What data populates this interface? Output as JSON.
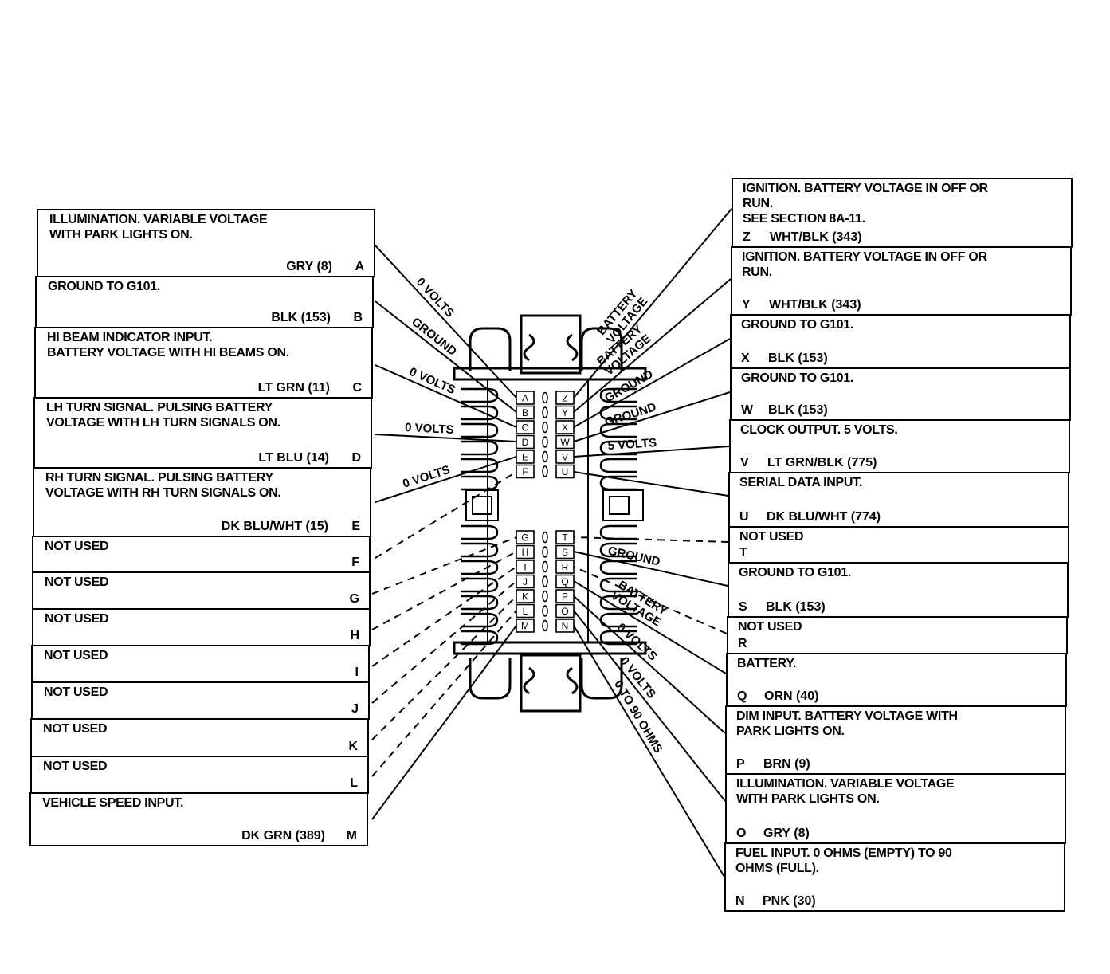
{
  "left_pins": [
    {
      "desc": "ILLUMINATION. VARIABLE VOLTAGE\nWITH PARK LIGHTS ON.",
      "wire": "GRY (8)",
      "pin": "A",
      "signal": "0 VOLTS"
    },
    {
      "desc": "GROUND TO G101.",
      "wire": "BLK (153)",
      "pin": "B",
      "signal": "GROUND"
    },
    {
      "desc": "HI BEAM INDICATOR INPUT.\nBATTERY VOLTAGE WITH HI BEAMS ON.",
      "wire": "LT GRN (11)",
      "pin": "C",
      "signal": "0 VOLTS"
    },
    {
      "desc": "LH TURN SIGNAL. PULSING BATTERY\nVOLTAGE WITH LH TURN SIGNALS ON.",
      "wire": "LT BLU (14)",
      "pin": "D",
      "signal": "0 VOLTS"
    },
    {
      "desc": "RH TURN SIGNAL. PULSING BATTERY\nVOLTAGE WITH RH TURN SIGNALS ON.",
      "wire": "DK BLU/WHT (15)",
      "pin": "E",
      "signal": "0 VOLTS"
    },
    {
      "desc": "NOT USED",
      "wire": "",
      "pin": "F",
      "signal": ""
    },
    {
      "desc": "NOT USED",
      "wire": "",
      "pin": "G",
      "signal": ""
    },
    {
      "desc": "NOT USED",
      "wire": "",
      "pin": "H",
      "signal": ""
    },
    {
      "desc": "NOT USED",
      "wire": "",
      "pin": "I",
      "signal": ""
    },
    {
      "desc": "NOT USED",
      "wire": "",
      "pin": "J",
      "signal": ""
    },
    {
      "desc": "NOT USED",
      "wire": "",
      "pin": "K",
      "signal": ""
    },
    {
      "desc": "NOT USED",
      "wire": "",
      "pin": "L",
      "signal": ""
    },
    {
      "desc": "VEHICLE SPEED INPUT.",
      "wire": "DK GRN (389)",
      "pin": "M",
      "signal": ""
    }
  ],
  "right_pins": [
    {
      "desc": "IGNITION. BATTERY VOLTAGE IN OFF OR\nRUN.\nSEE SECTION 8A-11.",
      "wire": "WHT/BLK (343)",
      "pin": "Z",
      "signal": "BATTERY\nVOLTAGE"
    },
    {
      "desc": "IGNITION. BATTERY VOLTAGE IN OFF OR\nRUN.",
      "wire": "WHT/BLK (343)",
      "pin": "Y",
      "signal": "BATTERY\nVOLTAGE"
    },
    {
      "desc": "GROUND TO G101.",
      "wire": "BLK (153)",
      "pin": "X",
      "signal": "GROUND"
    },
    {
      "desc": "GROUND TO G101.",
      "wire": "BLK (153)",
      "pin": "W",
      "signal": "GROUND"
    },
    {
      "desc": "CLOCK OUTPUT. 5 VOLTS.",
      "wire": "LT GRN/BLK (775)",
      "pin": "V",
      "signal": "5 VOLTS"
    },
    {
      "desc": "SERIAL DATA INPUT.",
      "wire": "DK BLU/WHT (774)",
      "pin": "U",
      "signal": ""
    },
    {
      "desc": "NOT USED",
      "wire": "",
      "pin": "T",
      "signal": ""
    },
    {
      "desc": "GROUND TO G101.",
      "wire": "BLK (153)",
      "pin": "S",
      "signal": "GROUND"
    },
    {
      "desc": "NOT USED",
      "wire": "",
      "pin": "R",
      "signal": ""
    },
    {
      "desc": "BATTERY.",
      "wire": "ORN (40)",
      "pin": "Q",
      "signal": "BATTERY\nVOLTAGE"
    },
    {
      "desc": "DIM INPUT. BATTERY VOLTAGE WITH\nPARK LIGHTS ON.",
      "wire": "BRN (9)",
      "pin": "P",
      "signal": "0 VOLTS"
    },
    {
      "desc": "ILLUMINATION. VARIABLE VOLTAGE\nWITH PARK LIGHTS ON.",
      "wire": "GRY (8)",
      "pin": "O",
      "signal": "0 VOLTS"
    },
    {
      "desc": "FUEL INPUT. 0 OHMS (EMPTY) TO 90\nOHMS (FULL).",
      "wire": "PNK (30)",
      "pin": "N",
      "signal": "0 TO 90 OHMS"
    }
  ],
  "connector": {
    "left_upper_terms": [
      "A",
      "B",
      "C",
      "D",
      "E",
      "F"
    ],
    "right_upper_terms": [
      "Z",
      "Y",
      "X",
      "W",
      "V",
      "U"
    ],
    "left_lower_terms": [
      "G",
      "H",
      "I",
      "J",
      "K",
      "L",
      "M"
    ],
    "right_lower_terms": [
      "T",
      "S",
      "R",
      "Q",
      "P",
      "O",
      "N"
    ]
  }
}
